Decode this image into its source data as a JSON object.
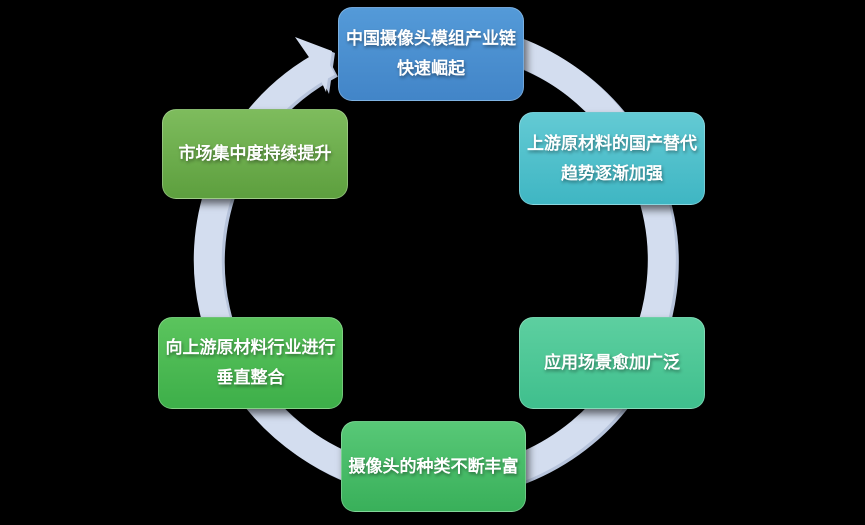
{
  "background_color": "#000000",
  "cycle": {
    "arrow_color": "#d3ddef",
    "arrow_shadow_color": "#b7c4dc",
    "direction": "clockwise"
  },
  "nodes": [
    {
      "id": "top",
      "lines": [
        "中国摄像头模组产业链",
        "快速崛起"
      ],
      "color_top": "#549ad8",
      "color_bottom": "#4285c8"
    },
    {
      "id": "upper-right",
      "lines": [
        "上游原材料的国产替代",
        "趋势逐渐加强"
      ],
      "color_top": "#63cad4",
      "color_bottom": "#3fb6c3"
    },
    {
      "id": "lower-right",
      "lines": [
        "应用场景愈加广泛"
      ],
      "color_top": "#5dcfa0",
      "color_bottom": "#3fbf8d"
    },
    {
      "id": "bottom",
      "lines": [
        "摄像头的种类不断丰富"
      ],
      "color_top": "#58c877",
      "color_bottom": "#39b05a"
    },
    {
      "id": "lower-left",
      "lines": [
        "向上游原材料行业进行",
        "垂直整合"
      ],
      "color_top": "#5bc45d",
      "color_bottom": "#3daf49"
    },
    {
      "id": "upper-left",
      "lines": [
        "市场集中度持续提升"
      ],
      "color_top": "#7ebc5d",
      "color_bottom": "#5d9f3e"
    }
  ]
}
